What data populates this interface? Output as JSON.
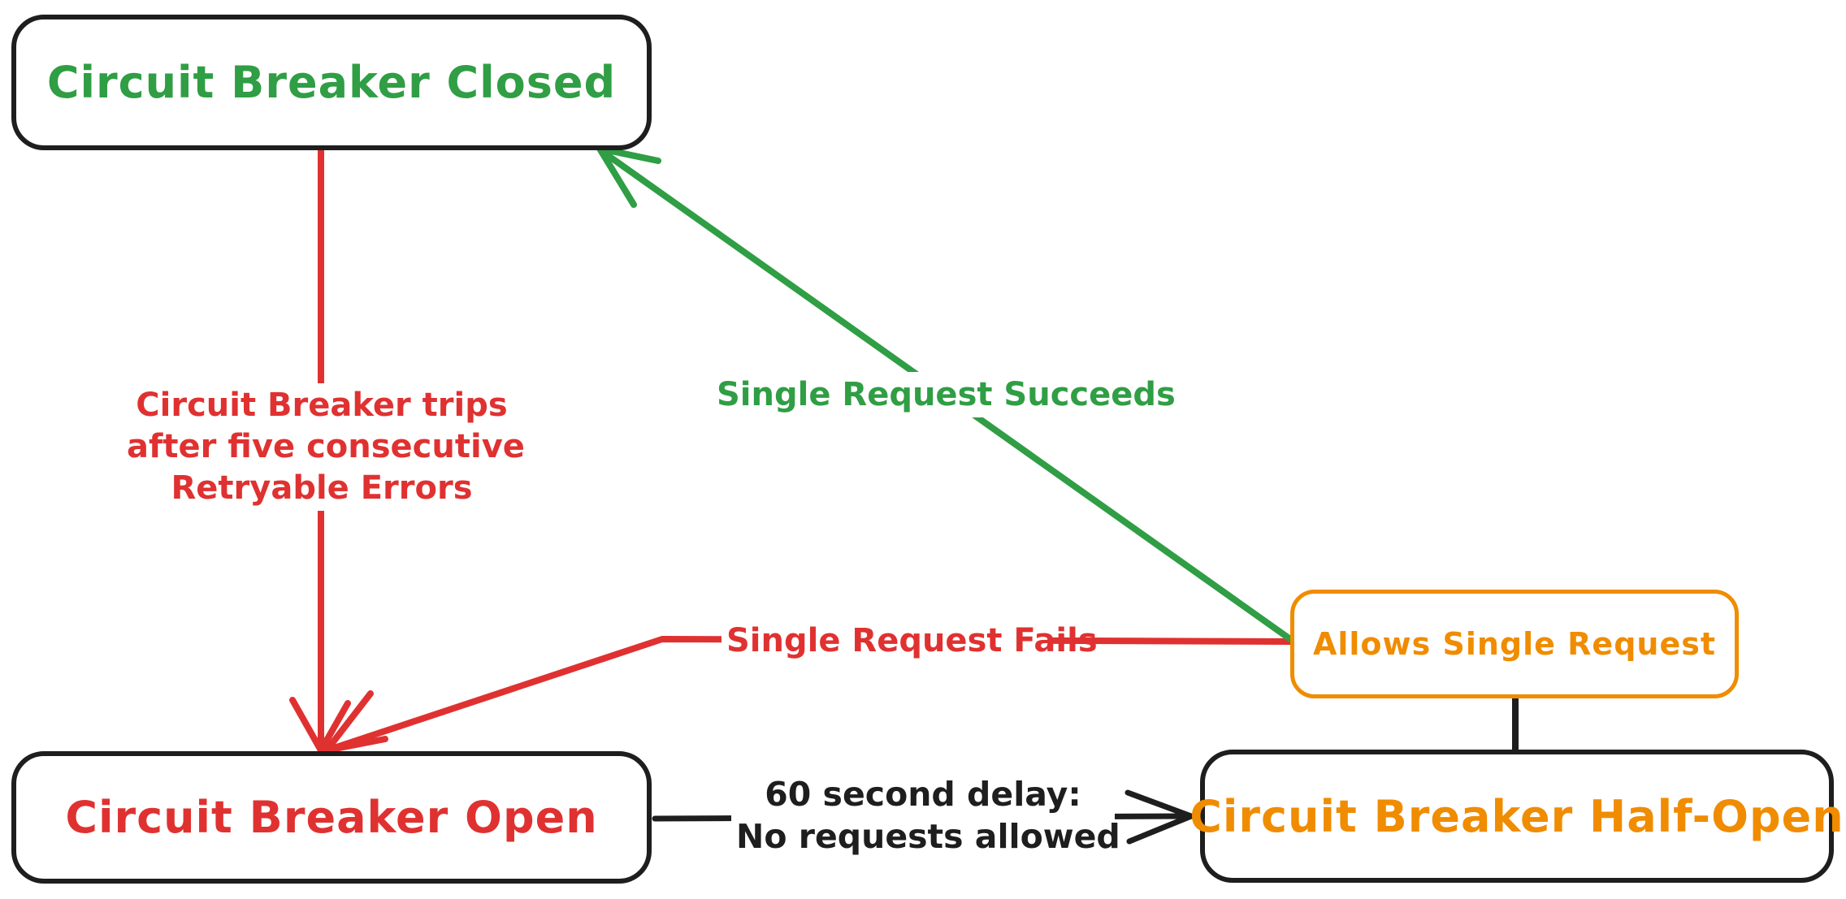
{
  "colors": {
    "green": "#2f9e44",
    "red": "#e03131",
    "orange": "#f08c00",
    "ink": "#1e1e1e",
    "background": "#ffffff"
  },
  "nodes": {
    "closed": {
      "label": "Circuit Breaker Closed"
    },
    "open": {
      "label": "Circuit Breaker Open"
    },
    "half_open": {
      "label": "Circuit Breaker Half-Open"
    },
    "allows_single_request": {
      "label": "Allows Single Request"
    }
  },
  "edges": {
    "trips": {
      "lines": [
        "Circuit Breaker trips",
        "after five consecutive",
        "Retryable Errors"
      ]
    },
    "succeeds": {
      "label": "Single Request Succeeds"
    },
    "fails": {
      "label": "Single Request Fails"
    },
    "delay": {
      "lines": [
        "60 second delay:",
        "No requests allowed"
      ]
    }
  }
}
